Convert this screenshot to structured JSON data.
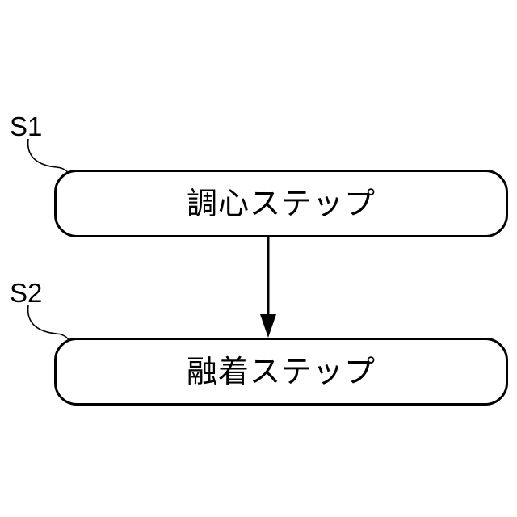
{
  "steps": [
    {
      "ref": "S1",
      "label": "調心ステップ"
    },
    {
      "ref": "S2",
      "label": "融着ステップ"
    }
  ]
}
